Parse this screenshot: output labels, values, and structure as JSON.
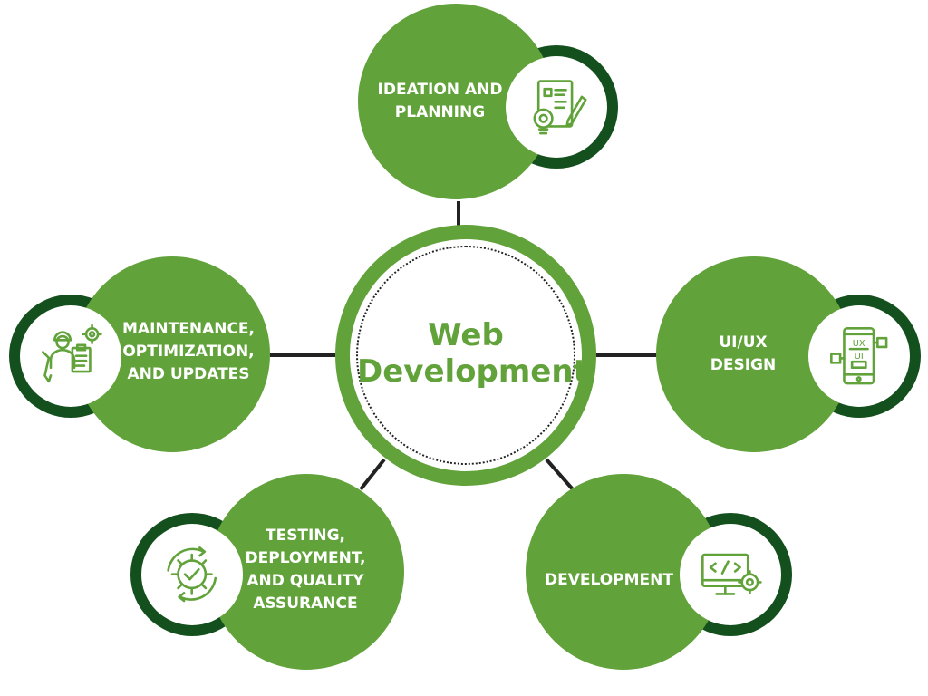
{
  "colors": {
    "green": "#61a33a",
    "dark_green": "#14501e",
    "white": "#ffffff",
    "connector": "#222222"
  },
  "hub": {
    "title": "Web\nDevelopment"
  },
  "stages": [
    {
      "label": "IDEATION AND\nPLANNING",
      "icon": "planning-document-icon"
    },
    {
      "label": "UI/UX\nDESIGN",
      "icon": "ui-ux-tablet-icon"
    },
    {
      "label": "DEVELOPMENT",
      "icon": "code-monitor-icon"
    },
    {
      "label": "TESTING,\nDEPLOYMENT,\nAND QUALITY\nASSURANCE",
      "icon": "gear-check-icon"
    },
    {
      "label": "MAINTENANCE,\nOPTIMIZATION,\nAND UPDATES",
      "icon": "maintenance-worker-icon"
    }
  ]
}
